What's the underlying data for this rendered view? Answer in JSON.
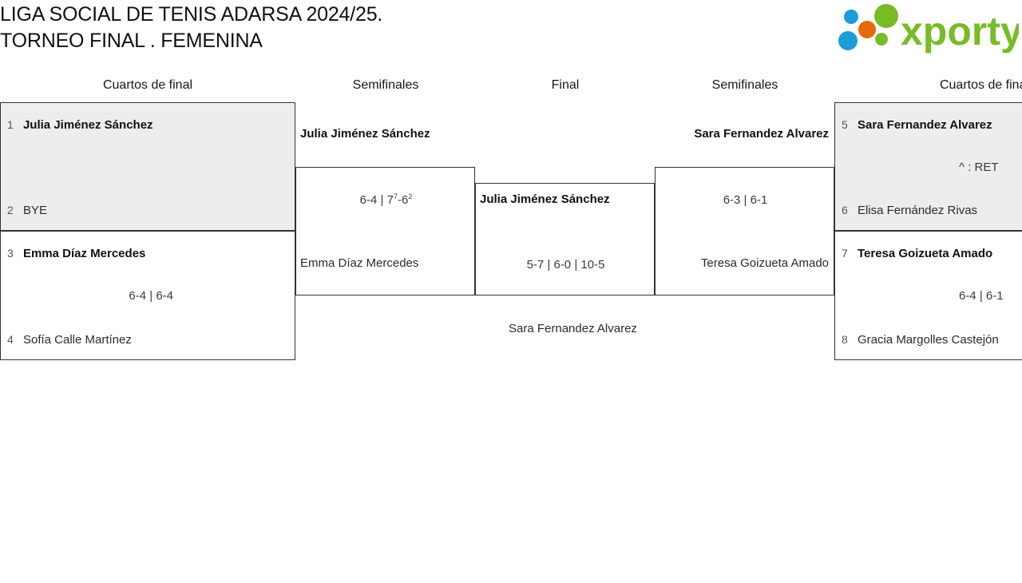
{
  "header": {
    "title": "LIGA SOCIAL DE TENIS ADARSA 2024/25.\nTORNEO FINAL . FEMENINA",
    "logo_text": "xporty",
    "logo_colors": {
      "green": "#78bc27",
      "blue": "#1b9dd9",
      "orange": "#e8690b"
    }
  },
  "rounds": [
    {
      "label": "Cuartos de final"
    },
    {
      "label": "Semifinales"
    },
    {
      "label": "Final"
    },
    {
      "label": "Semifinales"
    },
    {
      "label": "Cuartos de final"
    }
  ],
  "bracket": {
    "left_quarterfinals": [
      {
        "top": {
          "seed": "1",
          "name": "Julia Jiménez Sánchez",
          "winner": true
        },
        "bottom": {
          "seed": "2",
          "name": "BYE",
          "winner": false
        },
        "score": "",
        "shaded": true
      },
      {
        "top": {
          "seed": "3",
          "name": "Emma Díaz Mercedes",
          "winner": true
        },
        "bottom": {
          "seed": "4",
          "name": "Sofía Calle Martínez",
          "winner": false
        },
        "score": "6-4 | 6-4",
        "shaded": false
      }
    ],
    "left_semifinal": {
      "top": {
        "name": "Julia Jiménez Sánchez",
        "winner": true
      },
      "bottom": {
        "name": "Emma Díaz Mercedes",
        "winner": false
      },
      "score_prefix": "6-4 | 7",
      "score_sup1": "7",
      "score_mid": "-6",
      "score_sup2": "2"
    },
    "final": {
      "top": {
        "name": "Julia Jiménez Sánchez",
        "winner": true
      },
      "bottom": {
        "name": "Sara Fernandez Alvarez",
        "winner": false
      },
      "score": "5-7 | 6-0 | 10-5"
    },
    "right_semifinal": {
      "top": {
        "name": "Sara Fernandez Alvarez",
        "winner": true
      },
      "bottom": {
        "name": "Teresa Goizueta Amado",
        "winner": false
      },
      "score": "6-3 | 6-1"
    },
    "right_quarterfinals": [
      {
        "top": {
          "seed": "5",
          "name": "Sara Fernandez Alvarez",
          "winner": true
        },
        "bottom": {
          "seed": "6",
          "name": "Elisa Fernández Rivas",
          "winner": false
        },
        "score": "^ : RET",
        "shaded": true
      },
      {
        "top": {
          "seed": "7",
          "name": "Teresa Goizueta Amado",
          "winner": true
        },
        "bottom": {
          "seed": "8",
          "name": "Gracia Margolles Castejón",
          "winner": false
        },
        "score": "6-4 | 6-1",
        "shaded": false
      }
    ]
  }
}
